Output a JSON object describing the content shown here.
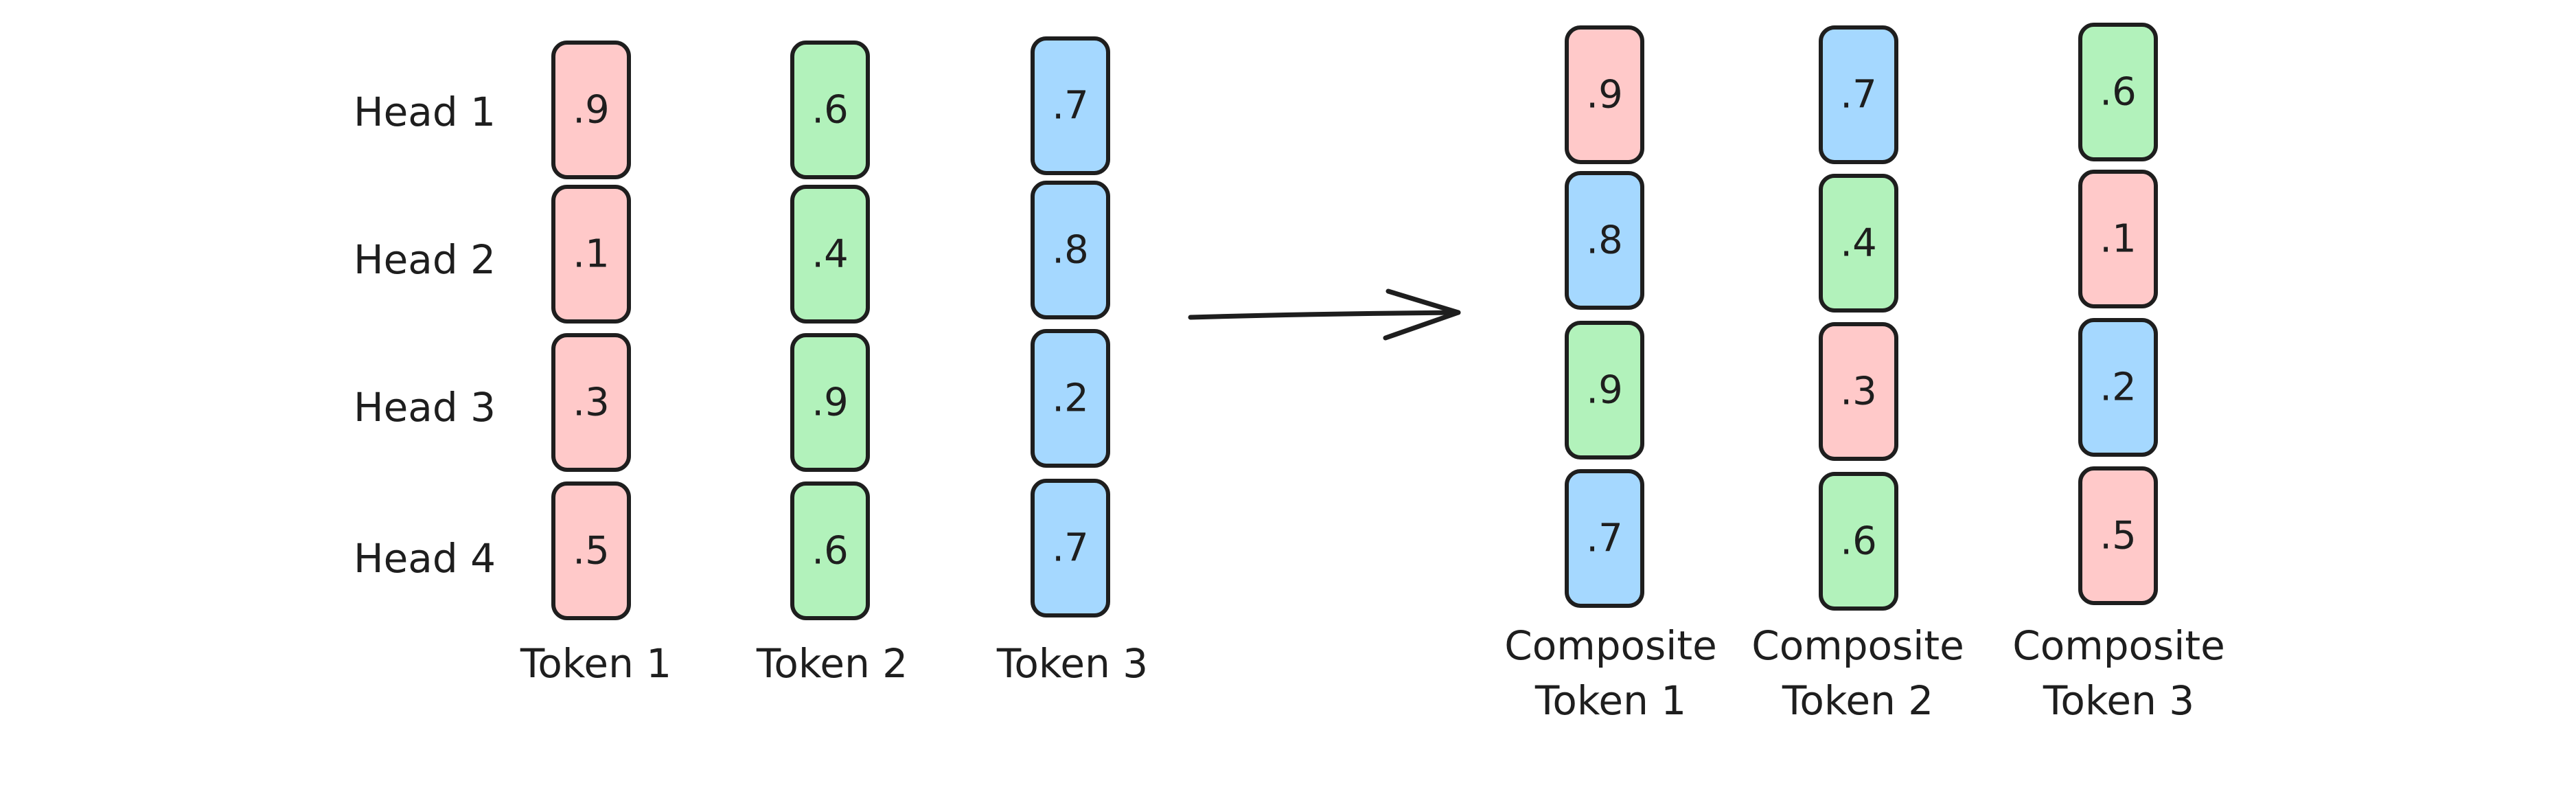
{
  "colors": {
    "red": "#ffc9c9",
    "green": "#b2f2bb",
    "blue": "#a5d8ff",
    "stroke": "#1e1e1e"
  },
  "heads": [
    "Head 1",
    "Head 2",
    "Head 3",
    "Head 4"
  ],
  "input_tokens": [
    {
      "label": "Token 1",
      "color": "red",
      "values": [
        ".9",
        ".1",
        ".3",
        ".5"
      ]
    },
    {
      "label": "Token 2",
      "color": "green",
      "values": [
        ".6",
        ".4",
        ".9",
        ".6"
      ]
    },
    {
      "label": "Token 3",
      "color": "blue",
      "values": [
        ".7",
        ".8",
        ".2",
        ".7"
      ]
    }
  ],
  "arrow": {
    "icon": "right-arrow-icon"
  },
  "composite_tokens": [
    {
      "label_line1": "Composite",
      "label_line2": "Token 1",
      "cells": [
        {
          "value": ".9",
          "color": "red"
        },
        {
          "value": ".8",
          "color": "blue"
        },
        {
          "value": ".9",
          "color": "green"
        },
        {
          "value": ".7",
          "color": "blue"
        }
      ]
    },
    {
      "label_line1": "Composite",
      "label_line2": "Token 2",
      "cells": [
        {
          "value": ".7",
          "color": "blue"
        },
        {
          "value": ".4",
          "color": "green"
        },
        {
          "value": ".3",
          "color": "red"
        },
        {
          "value": ".6",
          "color": "green"
        }
      ]
    },
    {
      "label_line1": "Composite",
      "label_line2": "Token 3",
      "cells": [
        {
          "value": ".6",
          "color": "green"
        },
        {
          "value": ".1",
          "color": "red"
        },
        {
          "value": ".2",
          "color": "blue"
        },
        {
          "value": ".5",
          "color": "red"
        }
      ]
    }
  ]
}
